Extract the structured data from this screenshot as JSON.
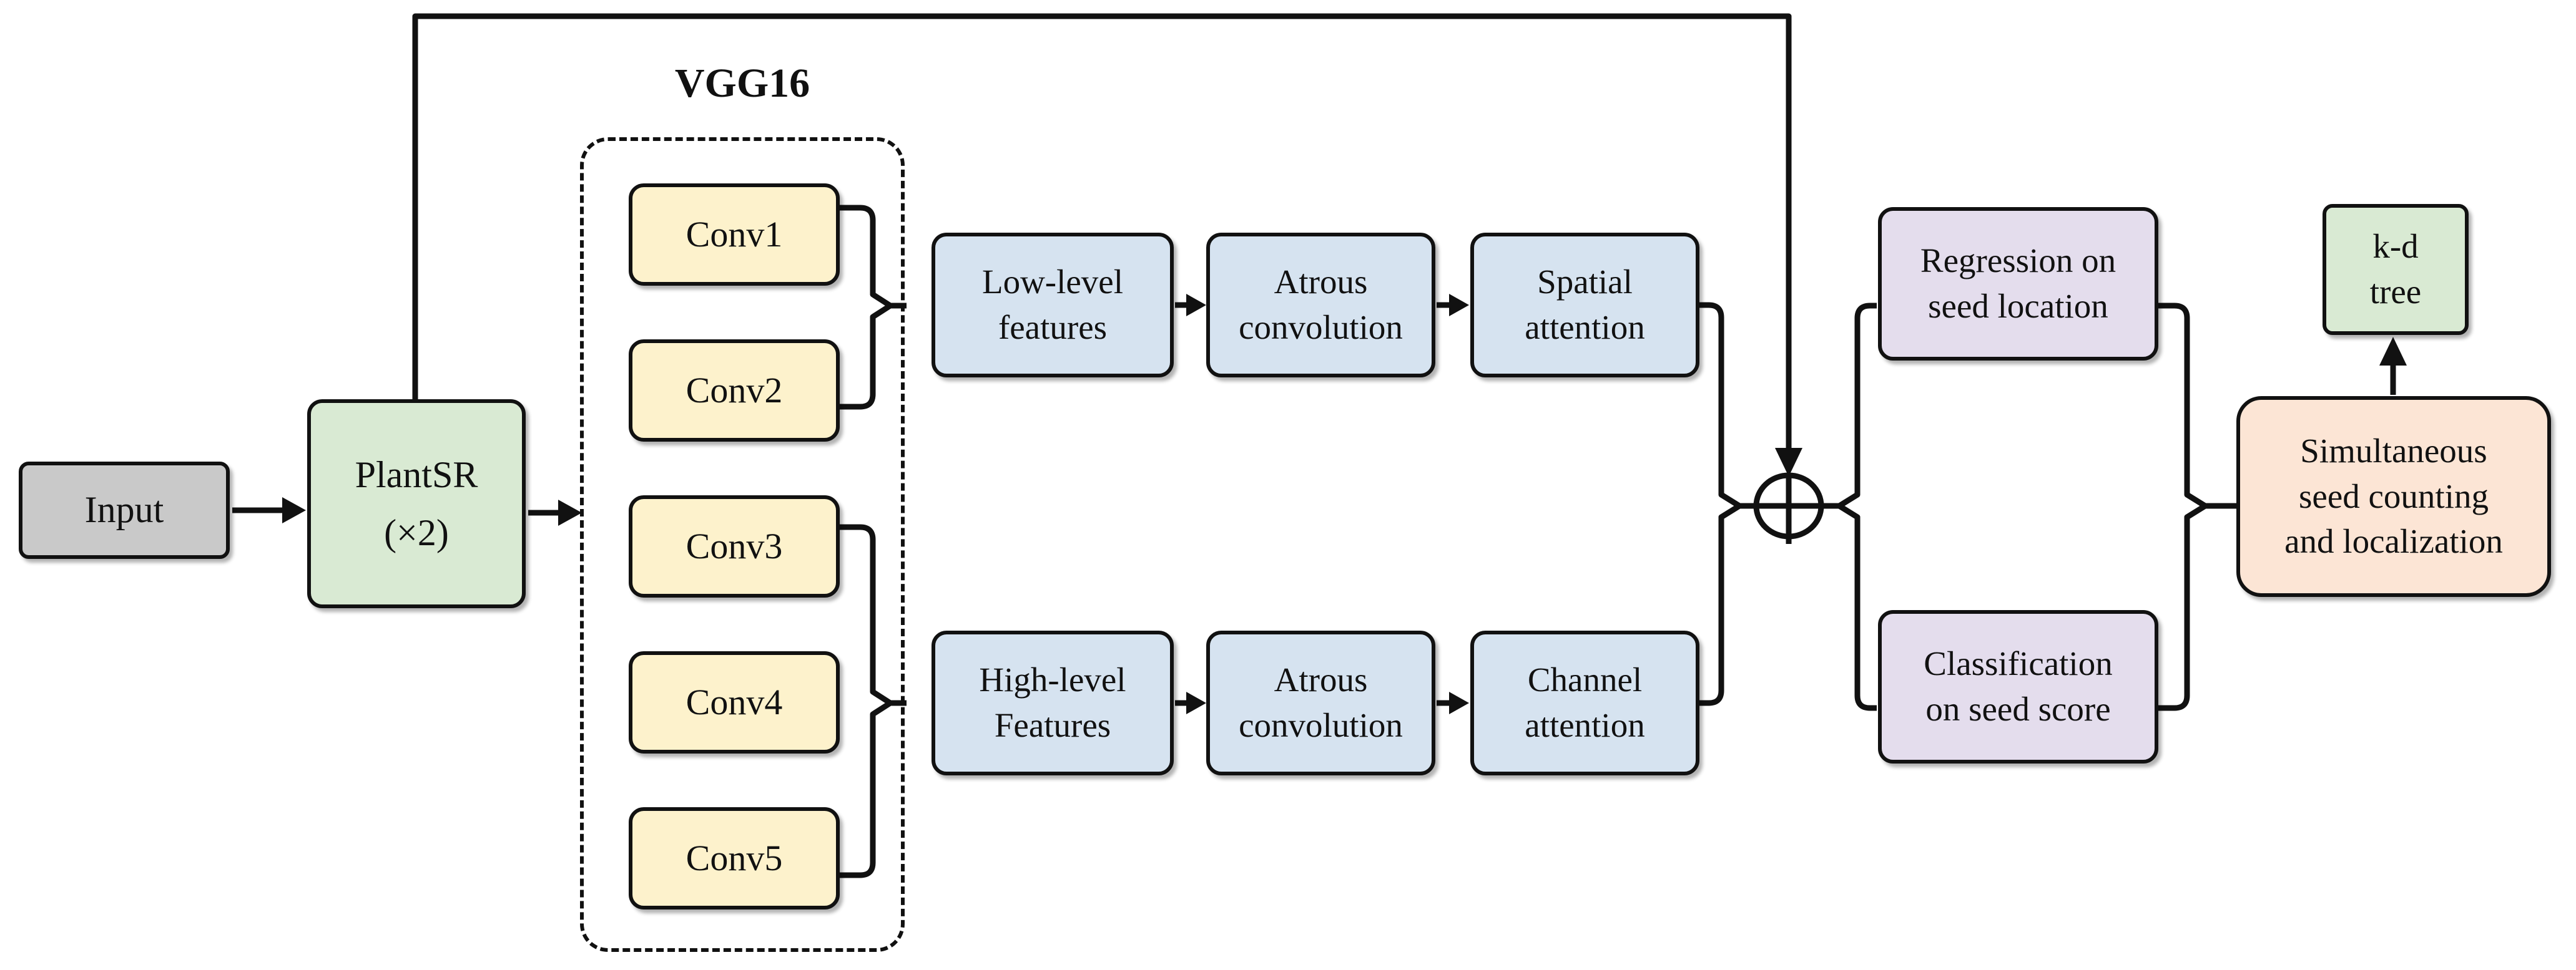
{
  "diagram": {
    "vgg16_title": "VGG16",
    "nodes": {
      "input": "Input",
      "plantsr": "PlantSR\n(×2)",
      "conv_blocks": [
        "Conv1",
        "Conv2",
        "Conv3",
        "Conv4",
        "Conv5"
      ],
      "low_level": "Low-level\nfeatures",
      "atrous_top": "Atrous\nconvolution",
      "spatial_attention": "Spatial\nattention",
      "high_level": "High-level\nFeatures",
      "atrous_bottom": "Atrous\nconvolution",
      "channel_attention": "Channel\nattention",
      "regression": "Regression on\nseed location",
      "classification": "Classification\non seed score",
      "simultaneous": "Simultaneous\nseed counting\nand localization",
      "kd_tree": "k-d\ntree",
      "sum_node": "circled-plus"
    },
    "colors": {
      "input_gray": "#c9c9c9",
      "plantsr_green": "#d9ead3",
      "conv_yellow": "#fdf2cc",
      "feature_blue": "#d6e3f0",
      "head_purple": "#e4dded",
      "output_peach": "#fce5d5",
      "kd_green": "#d9ead3",
      "line": "#111111"
    }
  }
}
